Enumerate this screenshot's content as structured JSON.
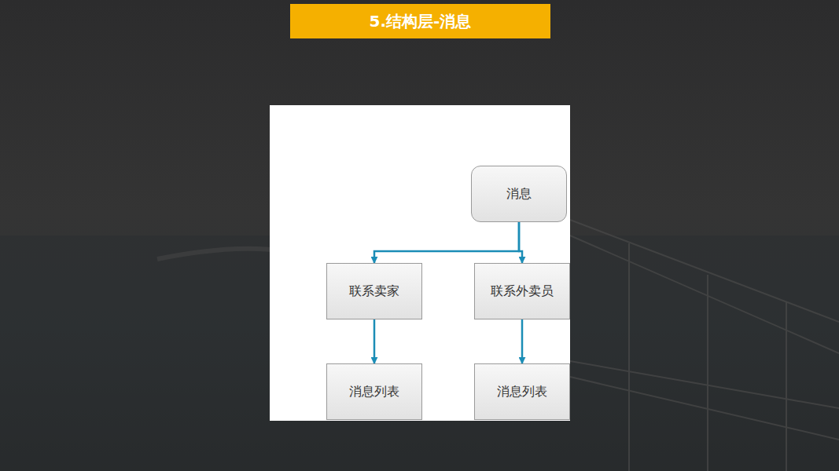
{
  "diagram": {
    "title": "5.结构层-消息",
    "nodes": [
      {
        "text": [
          "消息"
        ]
      },
      {
        "text": [
          "联系卖家"
        ]
      },
      {
        "text": [
          "联系外卖员"
        ]
      },
      {
        "text": [
          "消息列表"
        ]
      },
      {
        "text": [
          "消息列表"
        ]
      }
    ],
    "edges": [
      {
        "from": 0,
        "to": 1,
        "arrow": "to"
      },
      {
        "from": 0,
        "to": 2,
        "arrow": "to"
      },
      {
        "from": 1,
        "to": 3,
        "arrow": "to"
      },
      {
        "from": 2,
        "to": 4,
        "arrow": "to"
      }
    ]
  }
}
